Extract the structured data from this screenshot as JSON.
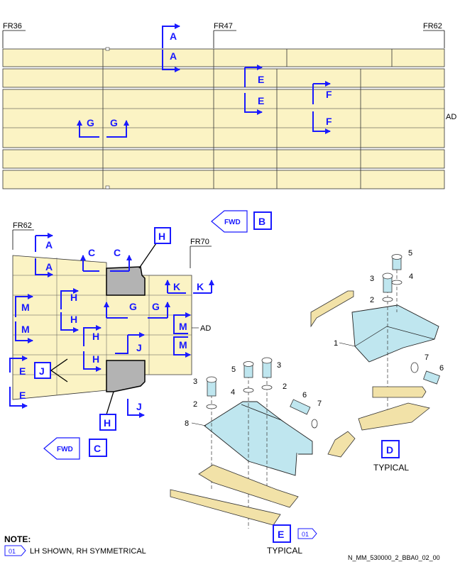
{
  "frames": {
    "fr36": "FR36",
    "fr47": "FR47",
    "fr62_top": "FR62",
    "fr62_left": "FR62",
    "fr70": "FR70"
  },
  "ad_label": "AD",
  "section_letters": {
    "a": "A",
    "b": "B",
    "c": "C",
    "d": "D",
    "e": "E",
    "f": "F",
    "g": "G",
    "h": "H",
    "j": "J",
    "k": "K",
    "m": "M"
  },
  "fwd_label": "FWD",
  "detail_d": {
    "caption": "TYPICAL",
    "letter": "D"
  },
  "detail_e": {
    "caption": "TYPICAL",
    "letter": "E",
    "flag": "01"
  },
  "item_numbers": {
    "n1": "1",
    "n2": "2",
    "n3": "3",
    "n4": "4",
    "n5": "5",
    "n6": "6",
    "n7": "7",
    "n8": "8"
  },
  "note": {
    "heading": "NOTE:",
    "flag": "01",
    "text": "LH SHOWN, RH SYMMETRICAL"
  },
  "drawing_ref": "N_MM_530000_2_BBA0_02_00",
  "colors": {
    "panel": "#fbf3c4",
    "accent": "#1a1aff",
    "bracket": "#bfe6ef",
    "pad": "#f2e2a8",
    "grey": "#b3b3b3"
  }
}
